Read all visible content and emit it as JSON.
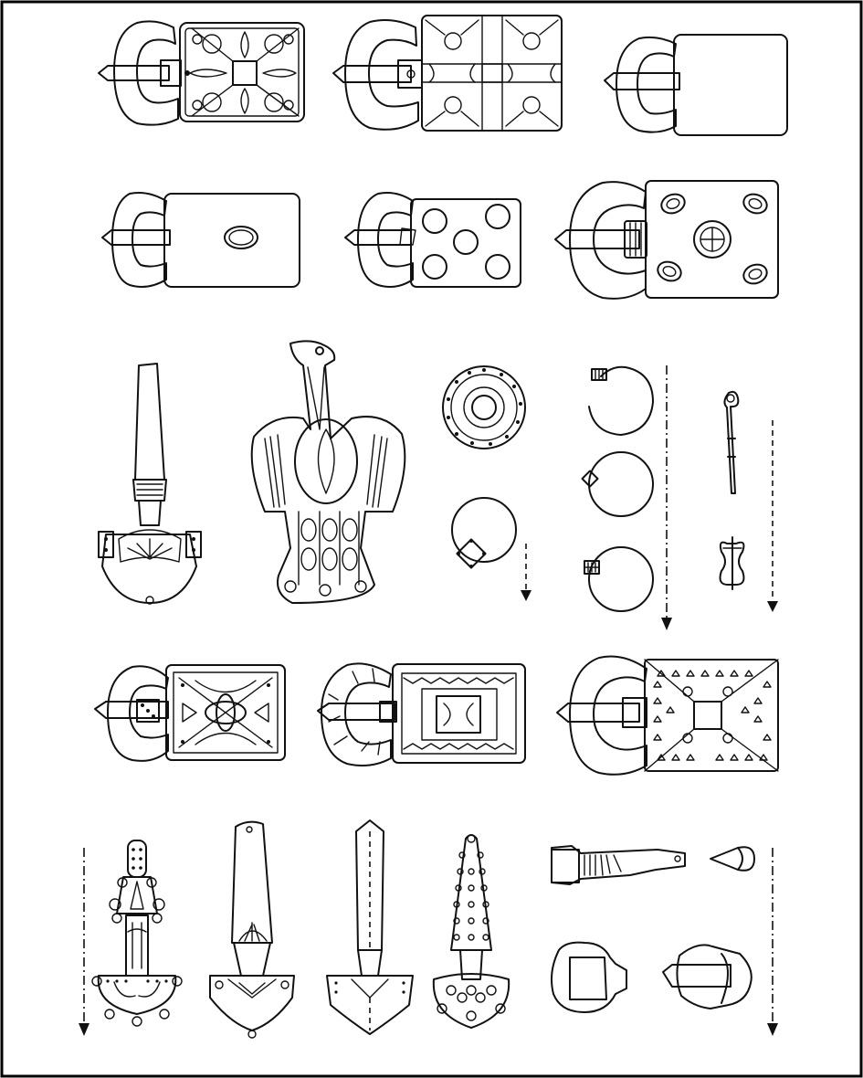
{
  "plate": {
    "rows": [
      {
        "items": [
          "buckle-cloisonne-quatrefoil",
          "buckle-cloisonne-four-panel",
          "buckle-plain-plate"
        ]
      },
      {
        "items": [
          "buckle-oval-boss",
          "buckle-five-bosses",
          "buckle-garnet-bosses"
        ]
      },
      {
        "items": [
          "bow-brooch-plain",
          "eagle-brooch",
          "disc-brooch",
          "earring-set-a",
          "earring-set-b",
          "fibula-pair"
        ]
      },
      {
        "items": [
          "buckle-chip-carved",
          "buckle-zigzag-frame",
          "buckle-triangle-punched"
        ]
      },
      {
        "items": [
          "bow-brooch-ring-and-dot",
          "bow-brooch-fan-head",
          "bow-brooch-lozenge-foot",
          "bow-brooch-dotted-circles",
          "strap-end-and-mounts"
        ]
      }
    ],
    "colors": {
      "ink": "#111111",
      "paper": "#ffffff",
      "border": "#000000"
    }
  }
}
